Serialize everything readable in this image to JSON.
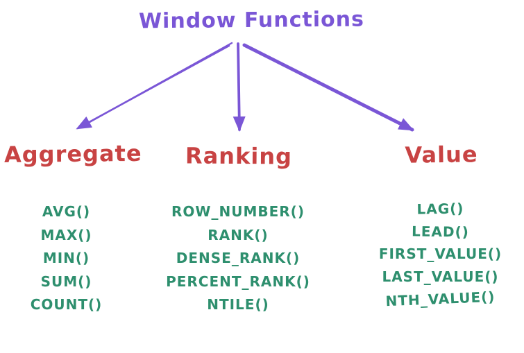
{
  "diagram": {
    "title": "Window Functions",
    "colors": {
      "title_and_arrows": "#7a56d6",
      "category_headers": "#c84343",
      "function_names": "#2e8f6e",
      "background": "#ffffff"
    },
    "arrow_icons": [
      "arrow-left-down",
      "arrow-down",
      "arrow-right-down"
    ],
    "categories": [
      {
        "name": "Aggregate",
        "functions": [
          "AVG()",
          "MAX()",
          "MIN()",
          "SUM()",
          "COUNT()"
        ]
      },
      {
        "name": "Ranking",
        "functions": [
          "ROW_NUMBER()",
          "RANK()",
          "DENSE_RANK()",
          "PERCENT_RANK()",
          "NTILE()"
        ]
      },
      {
        "name": "Value",
        "functions": [
          "LAG()",
          "LEAD()",
          "FIRST_VALUE()",
          "LAST_VALUE()",
          "NTH_VALUE()"
        ]
      }
    ]
  }
}
